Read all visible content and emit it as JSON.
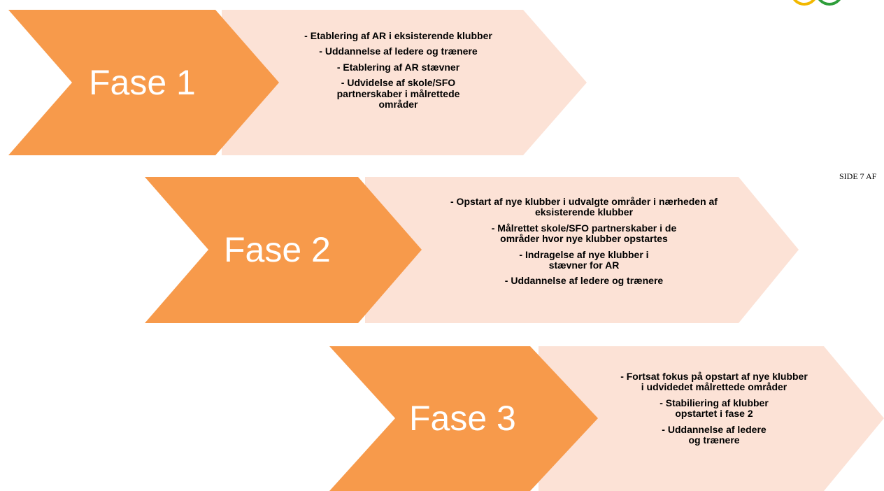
{
  "phases": [
    {
      "label": "Fase 1",
      "items": [
        "- Etablering af AR i eksisterende klubber",
        "- Uddannelse af ledere og trænere",
        "- Etablering af AR stævner",
        "- Udvidelse af skole/SFO partnerskaber i målrettede områder"
      ]
    },
    {
      "label": "Fase 2",
      "items": [
        "- Opstart af nye klubber i udvalgte områder i nærheden af eksisterende klubber",
        "- Målrettet skole/SFO partnerskaber i de områder hvor nye klubber opstartes",
        "- Indragelse af nye klubber i stævner for AR",
        "- Uddannelse af ledere og trænere"
      ]
    },
    {
      "label": "Fase 3",
      "items": [
        "- Fortsat fokus på opstart af nye klubber i udvidedet målrettede områder",
        "- Stabiliering af klubber opstartet i fase 2",
        "- Uddannelse af ledere og trænere"
      ]
    }
  ],
  "page_marker": "SIDE 7 AF",
  "colors": {
    "phase_chevron": "#f79a4b",
    "detail_chevron": "#fce2d6",
    "logo_yellow": "#f2b800",
    "logo_green": "#2e9e3a"
  }
}
